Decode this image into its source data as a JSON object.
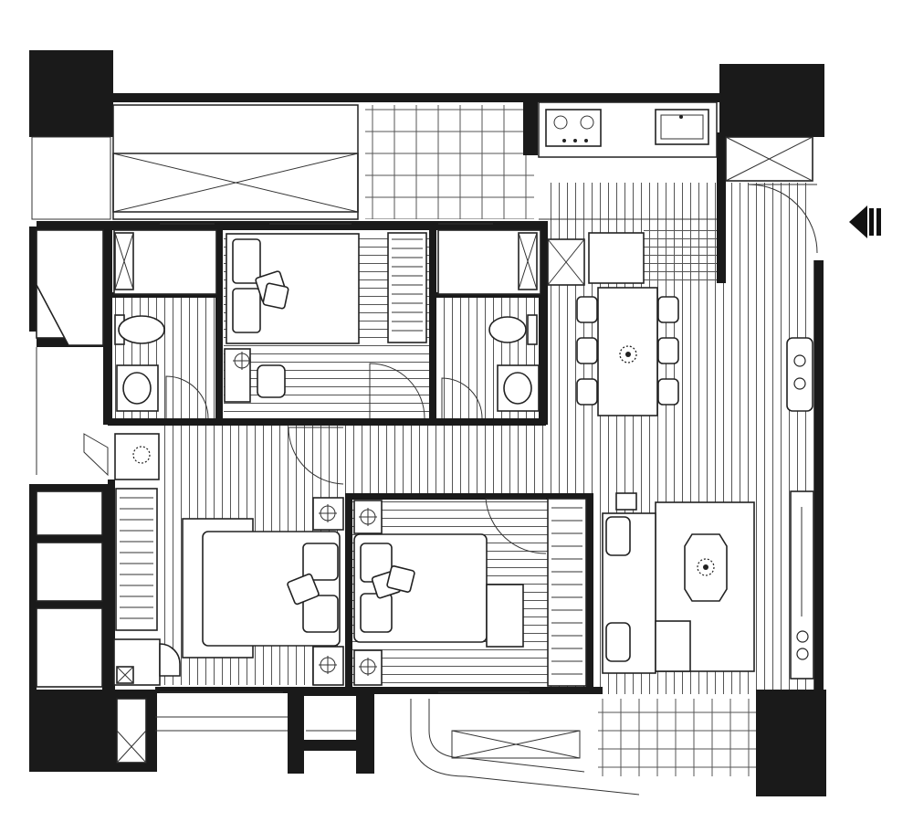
{
  "plan": {
    "entrance_arrow": "entrance-arrow-icon",
    "rooms": [
      {
        "id": "living-room"
      },
      {
        "id": "dining-area"
      },
      {
        "id": "kitchen"
      },
      {
        "id": "master-bedroom"
      },
      {
        "id": "bedroom-2"
      },
      {
        "id": "bedroom-3"
      },
      {
        "id": "bathroom-1"
      },
      {
        "id": "bathroom-2"
      },
      {
        "id": "balcony-front"
      },
      {
        "id": "balcony-rear"
      }
    ],
    "colors": {
      "wall": "#1a1a1a",
      "line": "#222222",
      "background": "#ffffff"
    }
  }
}
